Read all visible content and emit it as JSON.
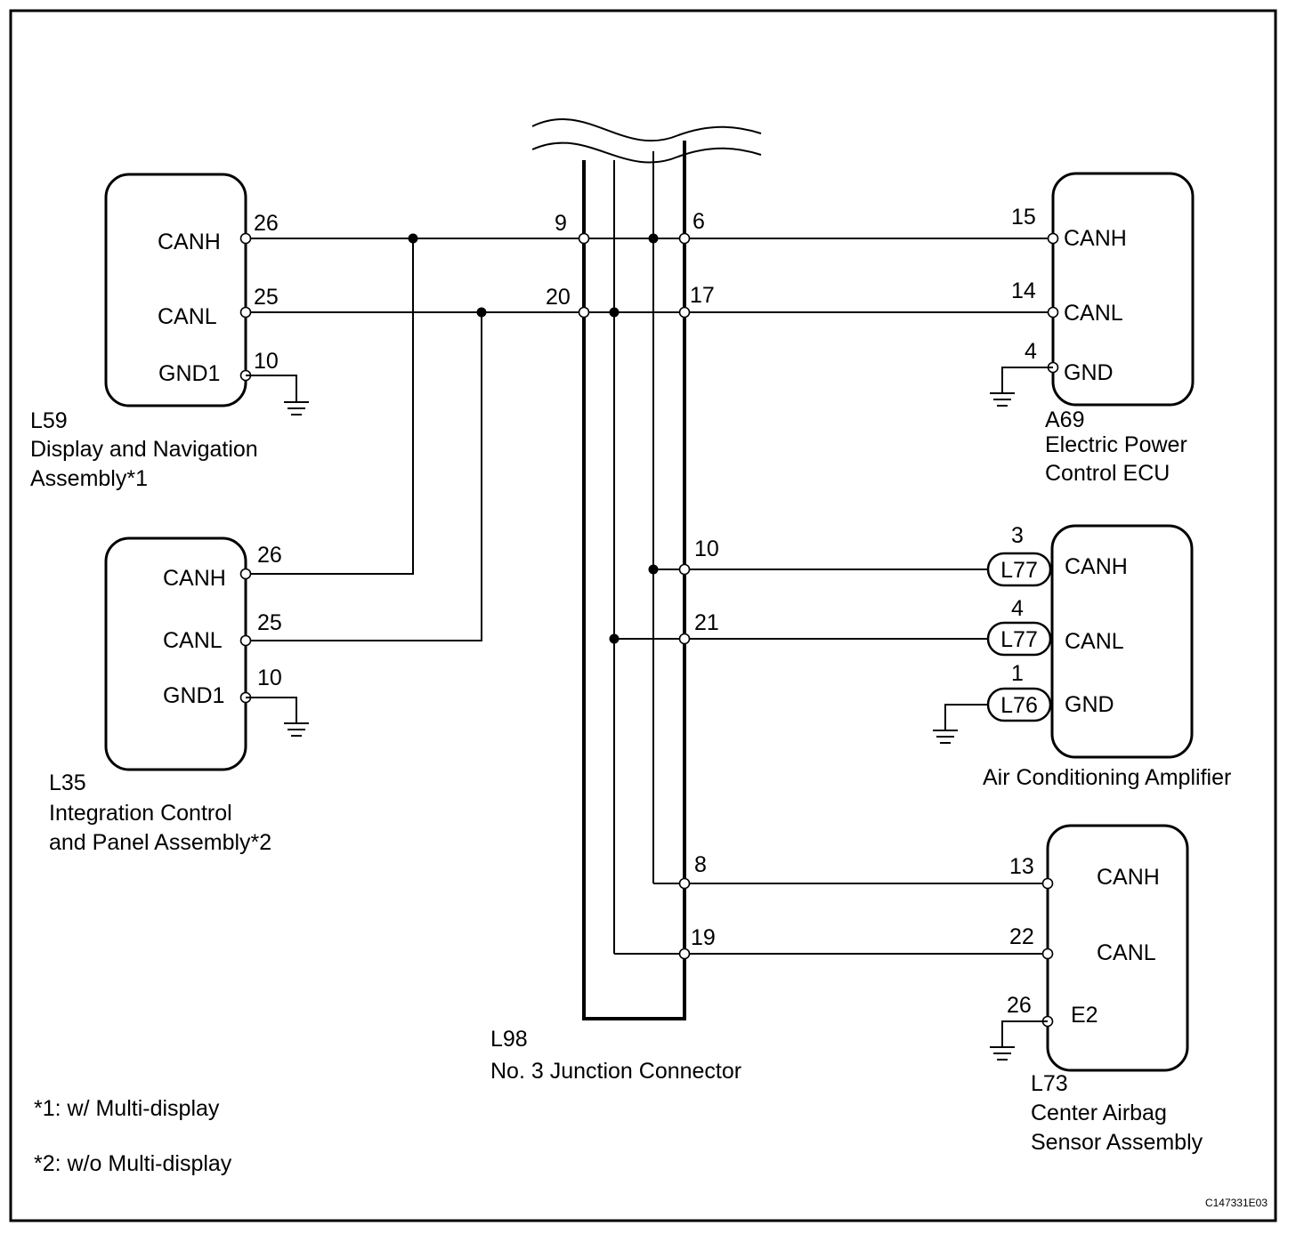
{
  "components": {
    "l59": {
      "id": "L59",
      "name_line1": "Display and Navigation",
      "name_line2": "Assembly*1",
      "pins": [
        {
          "num": "26",
          "label": "CANH"
        },
        {
          "num": "25",
          "label": "CANL"
        },
        {
          "num": "10",
          "label": "GND1"
        }
      ]
    },
    "l35": {
      "id": "L35",
      "name_line1": "Integration Control",
      "name_line2": "and Panel Assembly*2",
      "pins": [
        {
          "num": "26",
          "label": "CANH"
        },
        {
          "num": "25",
          "label": "CANL"
        },
        {
          "num": "10",
          "label": "GND1"
        }
      ]
    },
    "l98": {
      "id": "L98",
      "name": "No. 3 Junction Connector",
      "pins_left": [
        "9",
        "20"
      ],
      "pins_right": [
        "6",
        "17",
        "10",
        "21",
        "8",
        "19"
      ]
    },
    "a69": {
      "id": "A69",
      "name_line1": "Electric Power",
      "name_line2": "Control ECU",
      "pins": [
        {
          "num": "15",
          "label": "CANH"
        },
        {
          "num": "14",
          "label": "CANL"
        },
        {
          "num": "4",
          "label": "GND"
        }
      ]
    },
    "ac_amp": {
      "name": "Air Conditioning Amplifier",
      "pins": [
        {
          "num": "3",
          "connector": "L77",
          "label": "CANH"
        },
        {
          "num": "4",
          "connector": "L77",
          "label": "CANL"
        },
        {
          "num": "1",
          "connector": "L76",
          "label": "GND"
        }
      ]
    },
    "l73": {
      "id": "L73",
      "name_line1": "Center Airbag",
      "name_line2": "Sensor Assembly",
      "pins": [
        {
          "num": "13",
          "label": "CANH"
        },
        {
          "num": "22",
          "label": "CANL"
        },
        {
          "num": "26",
          "label": "E2"
        }
      ]
    }
  },
  "notes": [
    "*1: w/ Multi-display",
    "*2: w/o Multi-display"
  ],
  "figure_code": "C147331E03"
}
